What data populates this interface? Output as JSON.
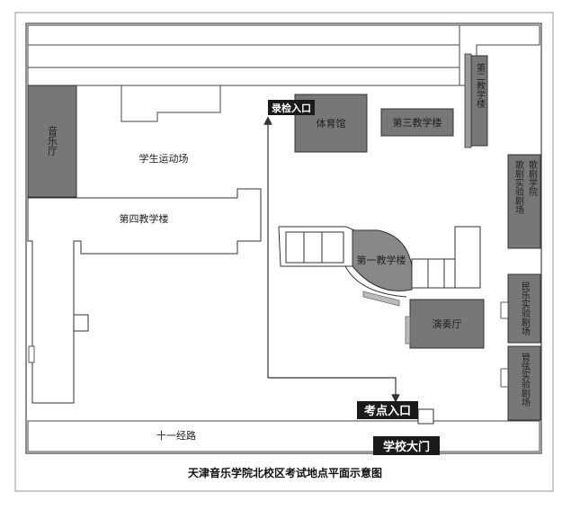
{
  "map": {
    "caption": "天津音乐学院北校区考试地点平面示意图",
    "colors": {
      "building_dark": "#777777",
      "building_mid": "#8a8a8a",
      "outline": "#333333",
      "label_bg": "#1a1a1a",
      "route": "#333333"
    },
    "buildings": {
      "concert_hall": "音乐厅",
      "sports_field": "学生运动场",
      "gym": "体育馆",
      "third_teaching": "第三教学楼",
      "second_teaching": "第二教学楼",
      "opera_theater": "歌剧实验剧场",
      "opera_college": "歌剧学院",
      "fourth_teaching": "第四教学楼",
      "first_teaching": "第一教学楼",
      "performance_hall": "演奏厅",
      "folk_theater": "民乐实验剧场",
      "strings_theater": "管弦实验剧场",
      "road": "十一经路"
    },
    "callouts": {
      "record_entrance": "录检入口",
      "exam_entrance": "考点入口",
      "school_gate": "学校大门"
    }
  }
}
